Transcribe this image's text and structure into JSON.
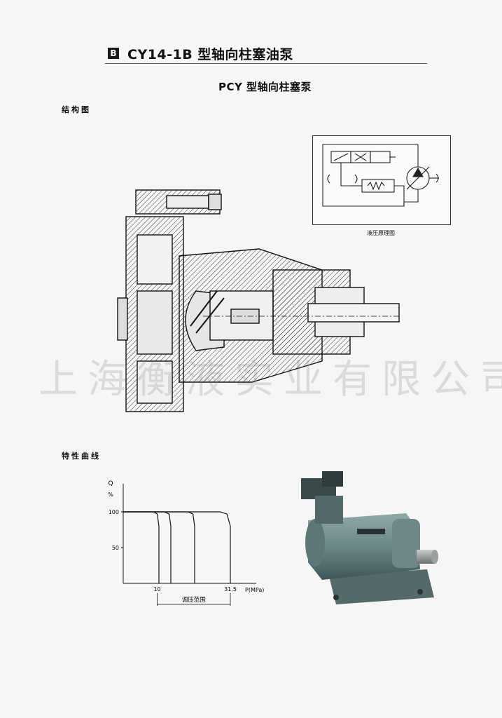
{
  "header": {
    "badge": "B",
    "title": "CY14-1B 型轴向柱塞油泵"
  },
  "subtitle": "PCY 型轴向柱塞泵",
  "sections": {
    "structure_label": "结构图",
    "characteristic_label": "特性曲线"
  },
  "schematic": {
    "caption": "液压原理图"
  },
  "watermark": "上海衡液实业有限公司",
  "chart_data": {
    "type": "line",
    "ylabel": "Q",
    "yunit": "%",
    "xlabel": "P(MPa)",
    "yticks": [
      50,
      100
    ],
    "xticks": [
      10,
      31.5
    ],
    "ylim": [
      0,
      100
    ],
    "xlim": [
      0,
      35
    ],
    "annotation": "调压范围",
    "annotation_range": [
      10,
      31.5
    ],
    "series": [
      {
        "x": [
          0,
          9,
          10,
          10.5,
          10.5
        ],
        "y": [
          100,
          100,
          97,
          80,
          0
        ]
      },
      {
        "x": [
          0,
          12,
          13.5,
          14,
          14
        ],
        "y": [
          100,
          100,
          97,
          80,
          0
        ]
      },
      {
        "x": [
          0,
          19,
          20.5,
          21,
          21
        ],
        "y": [
          100,
          100,
          97,
          80,
          0
        ]
      },
      {
        "x": [
          0,
          28.5,
          30.5,
          31.5,
          31.5
        ],
        "y": [
          100,
          100,
          97,
          80,
          0
        ]
      }
    ]
  }
}
